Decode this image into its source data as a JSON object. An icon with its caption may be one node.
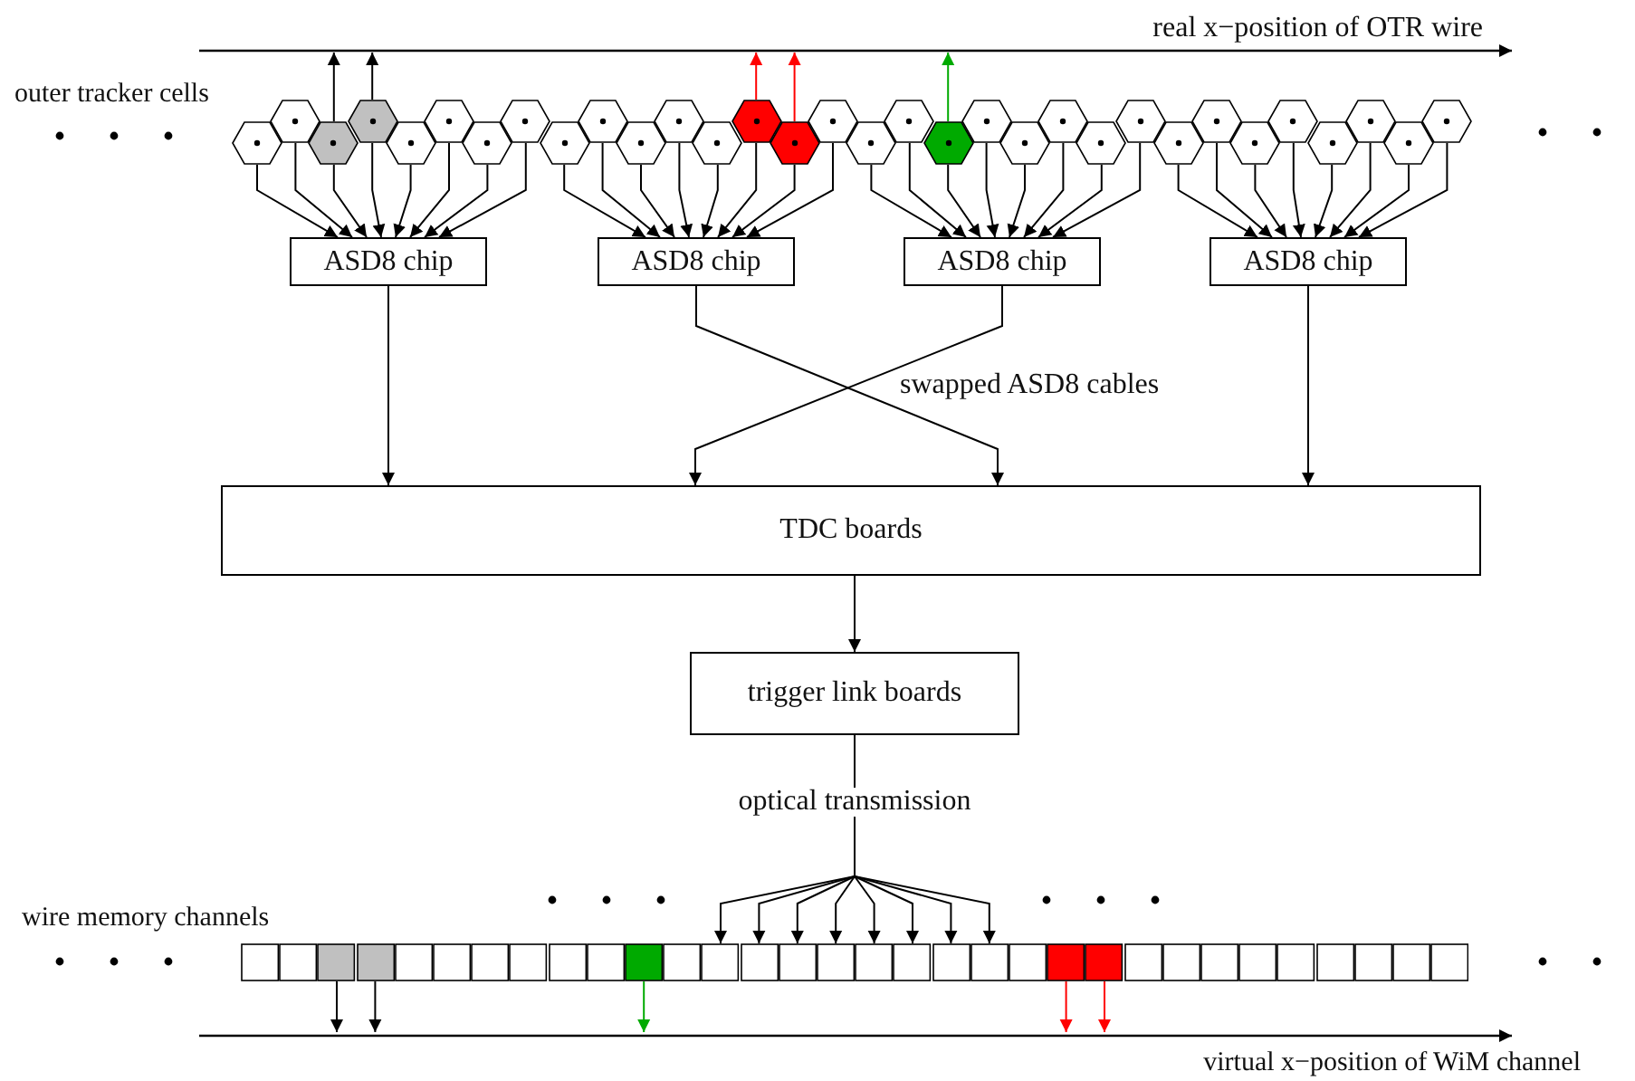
{
  "diagram": {
    "nodes": [
      {
        "text": [],
        "shape": "hexagon"
      },
      {
        "text": [],
        "shape": "hexagon"
      },
      {
        "text": [],
        "shape": "hexagon"
      },
      {
        "text": [],
        "shape": "hexagon"
      },
      {
        "text": [],
        "shape": "hexagon"
      },
      {
        "text": [],
        "shape": "hexagon"
      },
      {
        "text": [],
        "shape": "hexagon"
      },
      {
        "text": [],
        "shape": "hexagon"
      },
      {
        "text": [],
        "shape": "hexagon"
      },
      {
        "text": [],
        "shape": "hexagon"
      },
      {
        "text": [],
        "shape": "hexagon"
      },
      {
        "text": [],
        "shape": "hexagon"
      },
      {
        "text": [],
        "shape": "hexagon"
      },
      {
        "text": [],
        "shape": "hexagon"
      },
      {
        "text": [],
        "shape": "hexagon"
      },
      {
        "text": [],
        "shape": "hexagon"
      },
      {
        "text": [],
        "shape": "hexagon"
      },
      {
        "text": [],
        "shape": "hexagon"
      },
      {
        "text": [],
        "shape": "hexagon"
      },
      {
        "text": [],
        "shape": "hexagon"
      },
      {
        "text": [],
        "shape": "hexagon"
      },
      {
        "text": [],
        "shape": "hexagon"
      },
      {
        "text": [],
        "shape": "hexagon"
      },
      {
        "text": [],
        "shape": "hexagon"
      },
      {
        "text": [],
        "shape": "hexagon"
      },
      {
        "text": [],
        "shape": "hexagon"
      },
      {
        "text": [],
        "shape": "hexagon"
      },
      {
        "text": [],
        "shape": "hexagon"
      },
      {
        "text": [],
        "shape": "hexagon"
      },
      {
        "text": [],
        "shape": "hexagon"
      },
      {
        "text": [],
        "shape": "hexagon"
      },
      {
        "text": [],
        "shape": "hexagon"
      },
      {
        "text": [
          "ASD8 chip"
        ]
      },
      {
        "text": [
          "ASD8 chip"
        ]
      },
      {
        "text": [
          "ASD8 chip"
        ]
      },
      {
        "text": [
          "ASD8 chip"
        ]
      },
      {
        "text": [
          "TDC boards"
        ]
      },
      {
        "text": [
          "trigger link boards"
        ]
      },
      {
        "text": [],
        "shape": "box"
      },
      {
        "text": [],
        "shape": "box"
      },
      {
        "text": [],
        "shape": "box"
      },
      {
        "text": [],
        "shape": "box"
      },
      {
        "text": [],
        "shape": "box"
      },
      {
        "text": [],
        "shape": "box"
      },
      {
        "text": [],
        "shape": "box"
      },
      {
        "text": [],
        "shape": "box"
      },
      {
        "text": [],
        "shape": "box"
      },
      {
        "text": [],
        "shape": "box"
      },
      {
        "text": [],
        "shape": "box"
      },
      {
        "text": [],
        "shape": "box"
      },
      {
        "text": [],
        "shape": "box"
      },
      {
        "text": [],
        "shape": "box"
      },
      {
        "text": [],
        "shape": "box"
      },
      {
        "text": [],
        "shape": "box"
      },
      {
        "text": [],
        "shape": "box"
      },
      {
        "text": [],
        "shape": "box"
      },
      {
        "text": [],
        "shape": "box"
      },
      {
        "text": [],
        "shape": "box"
      },
      {
        "text": [],
        "shape": "box"
      },
      {
        "text": [],
        "shape": "box"
      },
      {
        "text": [],
        "shape": "box"
      },
      {
        "text": [],
        "shape": "box"
      },
      {
        "text": [],
        "shape": "box"
      },
      {
        "text": [],
        "shape": "box"
      },
      {
        "text": [],
        "shape": "box"
      },
      {
        "text": [],
        "shape": "box"
      },
      {
        "text": [],
        "shape": "box"
      },
      {
        "text": [],
        "shape": "box"
      },
      {
        "text": [],
        "shape": "box"
      },
      {
        "text": [],
        "shape": "box"
      }
    ],
    "edges": [
      {
        "from": 0,
        "to": 32,
        "arrow": "to"
      },
      {
        "from": 1,
        "to": 32,
        "arrow": "to"
      },
      {
        "from": 2,
        "to": 32,
        "arrow": "to"
      },
      {
        "from": 3,
        "to": 32,
        "arrow": "to"
      },
      {
        "from": 4,
        "to": 32,
        "arrow": "to"
      },
      {
        "from": 5,
        "to": 32,
        "arrow": "to"
      },
      {
        "from": 6,
        "to": 32,
        "arrow": "to"
      },
      {
        "from": 7,
        "to": 32,
        "arrow": "to"
      },
      {
        "from": 8,
        "to": 33,
        "arrow": "to"
      },
      {
        "from": 9,
        "to": 33,
        "arrow": "to"
      },
      {
        "from": 10,
        "to": 33,
        "arrow": "to"
      },
      {
        "from": 11,
        "to": 33,
        "arrow": "to"
      },
      {
        "from": 12,
        "to": 33,
        "arrow": "to"
      },
      {
        "from": 13,
        "to": 33,
        "arrow": "to"
      },
      {
        "from": 14,
        "to": 33,
        "arrow": "to"
      },
      {
        "from": 15,
        "to": 33,
        "arrow": "to"
      },
      {
        "from": 16,
        "to": 34,
        "arrow": "to"
      },
      {
        "from": 17,
        "to": 34,
        "arrow": "to"
      },
      {
        "from": 18,
        "to": 34,
        "arrow": "to"
      },
      {
        "from": 19,
        "to": 34,
        "arrow": "to"
      },
      {
        "from": 20,
        "to": 34,
        "arrow": "to"
      },
      {
        "from": 21,
        "to": 34,
        "arrow": "to"
      },
      {
        "from": 22,
        "to": 34,
        "arrow": "to"
      },
      {
        "from": 23,
        "to": 34,
        "arrow": "to"
      },
      {
        "from": 24,
        "to": 35,
        "arrow": "to"
      },
      {
        "from": 25,
        "to": 35,
        "arrow": "to"
      },
      {
        "from": 26,
        "to": 35,
        "arrow": "to"
      },
      {
        "from": 27,
        "to": 35,
        "arrow": "to"
      },
      {
        "from": 28,
        "to": 35,
        "arrow": "to"
      },
      {
        "from": 29,
        "to": 35,
        "arrow": "to"
      },
      {
        "from": 30,
        "to": 35,
        "arrow": "to"
      },
      {
        "from": 31,
        "to": 35,
        "arrow": "to"
      },
      {
        "from": 32,
        "to": 36,
        "arrow": "to"
      },
      {
        "from": 33,
        "to": 36,
        "arrow": "to"
      },
      {
        "from": 34,
        "to": 36,
        "arrow": "to"
      },
      {
        "from": 35,
        "to": 36,
        "arrow": "to"
      },
      {
        "from": 36,
        "to": 37,
        "arrow": "to"
      },
      {
        "from": 37,
        "to": 50,
        "arrow": "to",
        "label": "optical transmission"
      },
      {
        "from": 37,
        "to": 51,
        "arrow": "to"
      },
      {
        "from": 37,
        "to": 52,
        "arrow": "to"
      },
      {
        "from": 37,
        "to": 53,
        "arrow": "to"
      },
      {
        "from": 37,
        "to": 54,
        "arrow": "to"
      },
      {
        "from": 37,
        "to": 55,
        "arrow": "to"
      },
      {
        "from": 37,
        "to": 56,
        "arrow": "to"
      },
      {
        "from": 37,
        "to": 57,
        "arrow": "to"
      },
      {
        "from": 2,
        "to": null,
        "arrow": "to"
      },
      {
        "from": 3,
        "to": null,
        "arrow": "to"
      },
      {
        "from": 13,
        "to": null,
        "arrow": "to",
        "color": "#ff0000"
      },
      {
        "from": 14,
        "to": null,
        "arrow": "to",
        "color": "#ff0000"
      },
      {
        "from": 18,
        "to": null,
        "arrow": "to",
        "color": "#00aa00"
      },
      {
        "from": 40,
        "to": null,
        "arrow": "to"
      },
      {
        "from": 41,
        "to": null,
        "arrow": "to"
      },
      {
        "from": 48,
        "to": null,
        "arrow": "to",
        "color": "#00aa00"
      },
      {
        "from": 59,
        "to": null,
        "arrow": "to",
        "color": "#ff0000"
      },
      {
        "from": 60,
        "to": null,
        "arrow": "to",
        "color": "#ff0000"
      }
    ],
    "labels": [
      "real x−position of OTR wire",
      "outer tracker cells",
      "swapped ASD8 cables",
      "wire memory channels",
      "virtual x−position of WiM channel"
    ]
  }
}
